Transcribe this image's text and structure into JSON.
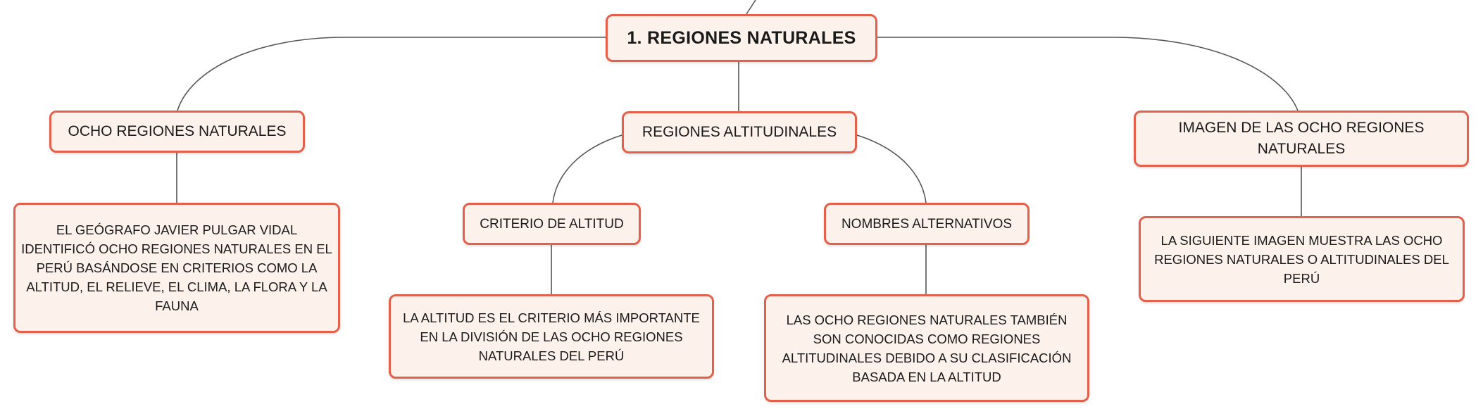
{
  "colors": {
    "node_border": "#e5604a",
    "node_fill": "#fdf1ec",
    "connector": "#555555",
    "text": "#1a1a1a"
  },
  "root": {
    "label": "1. REGIONES NATURALES"
  },
  "branches": {
    "ocho": {
      "label": "OCHO REGIONES NATURALES",
      "detail": "EL GEÓGRAFO JAVIER PULGAR VIDAL IDENTIFICÓ OCHO REGIONES NATURALES EN EL PERÚ BASÁNDOSE EN CRITERIOS COMO LA ALTITUD, EL RELIEVE, EL CLIMA, LA FLORA Y LA FAUNA"
    },
    "altitudinales": {
      "label": "REGIONES ALTITUDINALES",
      "criterio": {
        "label": "CRITERIO DE ALTITUD",
        "detail": "LA ALTITUD ES EL CRITERIO MÁS IMPORTANTE EN LA DIVISIÓN DE LAS OCHO REGIONES NATURALES DEL PERÚ"
      },
      "nombres": {
        "label": "NOMBRES ALTERNATIVOS",
        "detail": "LAS OCHO REGIONES NATURALES TAMBIÉN SON CONOCIDAS COMO REGIONES ALTITUDINALES DEBIDO A SU CLASIFICACIÓN BASADA EN LA ALTITUD"
      }
    },
    "imagen": {
      "label": "IMAGEN DE LAS OCHO REGIONES NATURALES",
      "detail": "LA SIGUIENTE IMAGEN MUESTRA LAS OCHO REGIONES NATURALES O ALTITUDINALES DEL PERÚ"
    }
  }
}
